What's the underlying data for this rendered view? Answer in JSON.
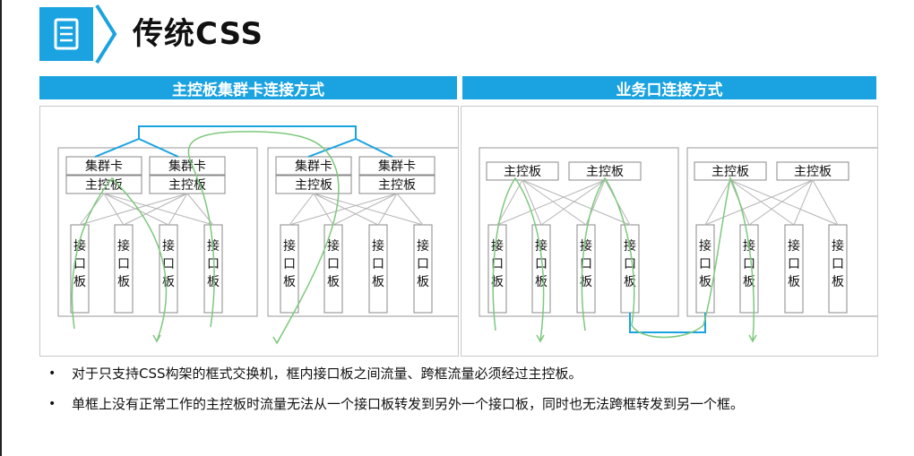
{
  "header": {
    "title": "传统CSS",
    "icon": "document-list-icon",
    "accent_color": "#1aa3e0"
  },
  "left_section": {
    "banner": "主控板集群卡连接方式",
    "frames": [
      {
        "cluster_label": "集群卡",
        "main_label": "主控板",
        "slots": [
          [
            "集群卡",
            "主控板"
          ],
          [
            "集群卡",
            "主控板"
          ]
        ],
        "interface_boards": [
          "接口板",
          "接口板",
          "接口板",
          "接口板"
        ]
      },
      {
        "slots": [
          [
            "集群卡",
            "主控板"
          ],
          [
            "集群卡",
            "主控板"
          ]
        ],
        "interface_boards": [
          "接口板",
          "接口板",
          "接口板",
          "接口板"
        ]
      }
    ]
  },
  "right_section": {
    "banner": "业务口连接方式",
    "frames": [
      {
        "main_boards": [
          "主控板",
          "主控板"
        ],
        "interface_boards": [
          "接口板",
          "接口板",
          "接口板",
          "接口板"
        ]
      },
      {
        "main_boards": [
          "主控板",
          "主控板"
        ],
        "interface_boards": [
          "接口板",
          "接口板",
          "接口板",
          "接口板"
        ]
      }
    ]
  },
  "colors": {
    "link_blue": "#1aa3e0",
    "flow_green": "#7dc87d",
    "box_border": "#888888",
    "mesh_line": "#b5b5b5"
  },
  "bullets": [
    "对于只支持CSS构架的框式交换机，框内接口板之间流量、跨框流量必须经过主控板。",
    "单框上没有正常工作的主控板时流量无法从一个接口板转发到另外一个接口板，同时也无法跨框转发到另一个框。"
  ]
}
